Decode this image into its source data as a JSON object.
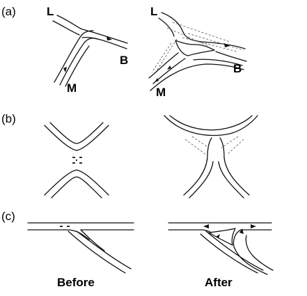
{
  "panels": {
    "a": {
      "label": "(a)",
      "nodes": {
        "left": "L",
        "branch": "B",
        "main": "M"
      }
    },
    "b": {
      "label": "(b)"
    },
    "c": {
      "label": "(c)"
    }
  },
  "captions": {
    "before": "Before",
    "after": "After"
  },
  "colors": {
    "line": "#111111",
    "dashed": "#555555",
    "background": "#ffffff"
  }
}
